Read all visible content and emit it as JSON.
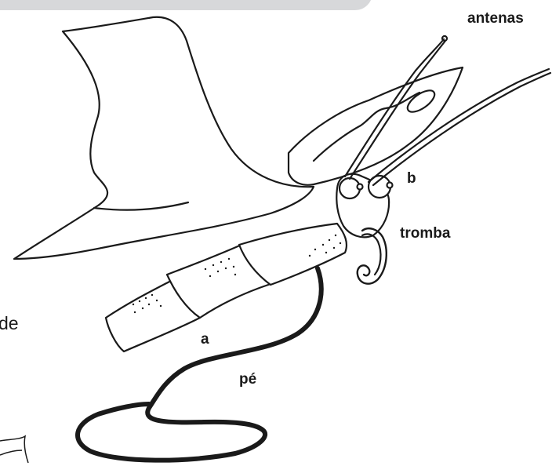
{
  "labels": {
    "antenas": "antenas",
    "b": "b",
    "tromba": "tromba",
    "a": "a",
    "pe": "pé"
  },
  "edge_text": "de",
  "colors": {
    "ink": "#1a1a1a",
    "top_panel": "#d7d8da",
    "background": "#ffffff"
  }
}
